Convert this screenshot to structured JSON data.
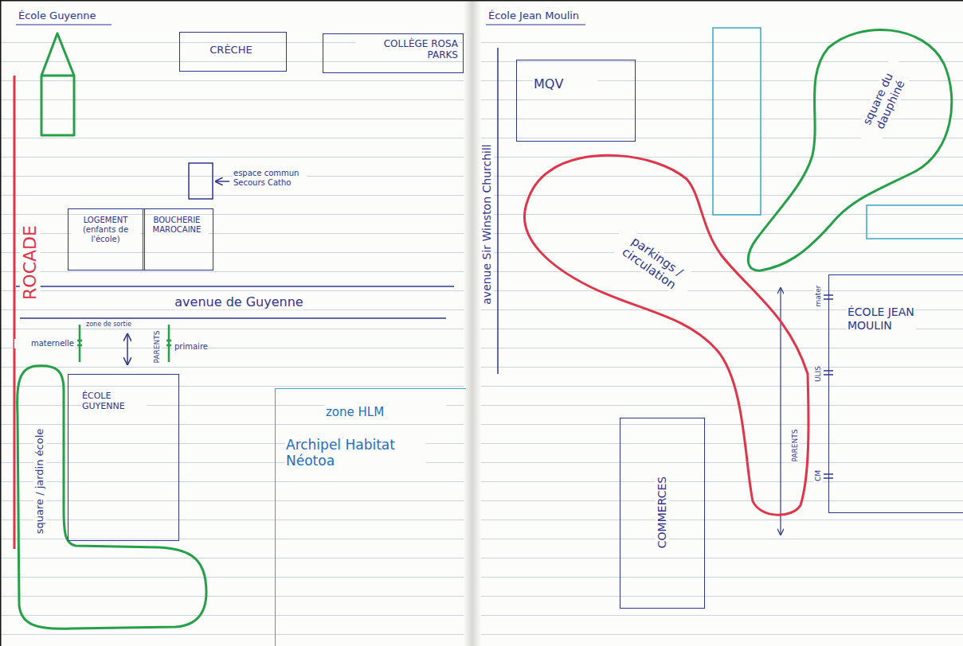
{
  "diagram": {
    "nodes": [
      {
        "text": [
          "CRÈCHE"
        ]
      },
      {
        "text": [
          "COLLÈGE ROSA PARKS"
        ]
      },
      {
        "text": [
          "LOGEMENT (enfants de l'école)"
        ]
      },
      {
        "text": [
          "BOUCHERIE MAROCAINE"
        ]
      },
      {
        "text": [
          "square / jardin école"
        ]
      },
      {
        "text": [
          "ÉCOLE GUYENNE"
        ]
      },
      {
        "text": [
          "zone HLM",
          "Archipel Habitat Néotoa"
        ]
      },
      {
        "text": [
          "MQV"
        ]
      },
      {
        "text": [
          "square du dauphiné"
        ]
      },
      {
        "text": [
          "parkings / circulation"
        ]
      },
      {
        "text": [
          "ÉCOLE JEAN MOULIN"
        ]
      },
      {
        "text": [
          "COMMERCES"
        ]
      }
    ],
    "labels": [
      "École Guyenne",
      "ROCADE",
      "espace commun Secours Catho",
      "avenue de Guyenne",
      "maternelle",
      "zone de sortie",
      "PARENTS",
      "primaire",
      "avenue Sir Winston Churchill",
      "École Jean Moulin",
      "mater",
      "ULIS",
      "CM",
      "PARENTS"
    ]
  }
}
